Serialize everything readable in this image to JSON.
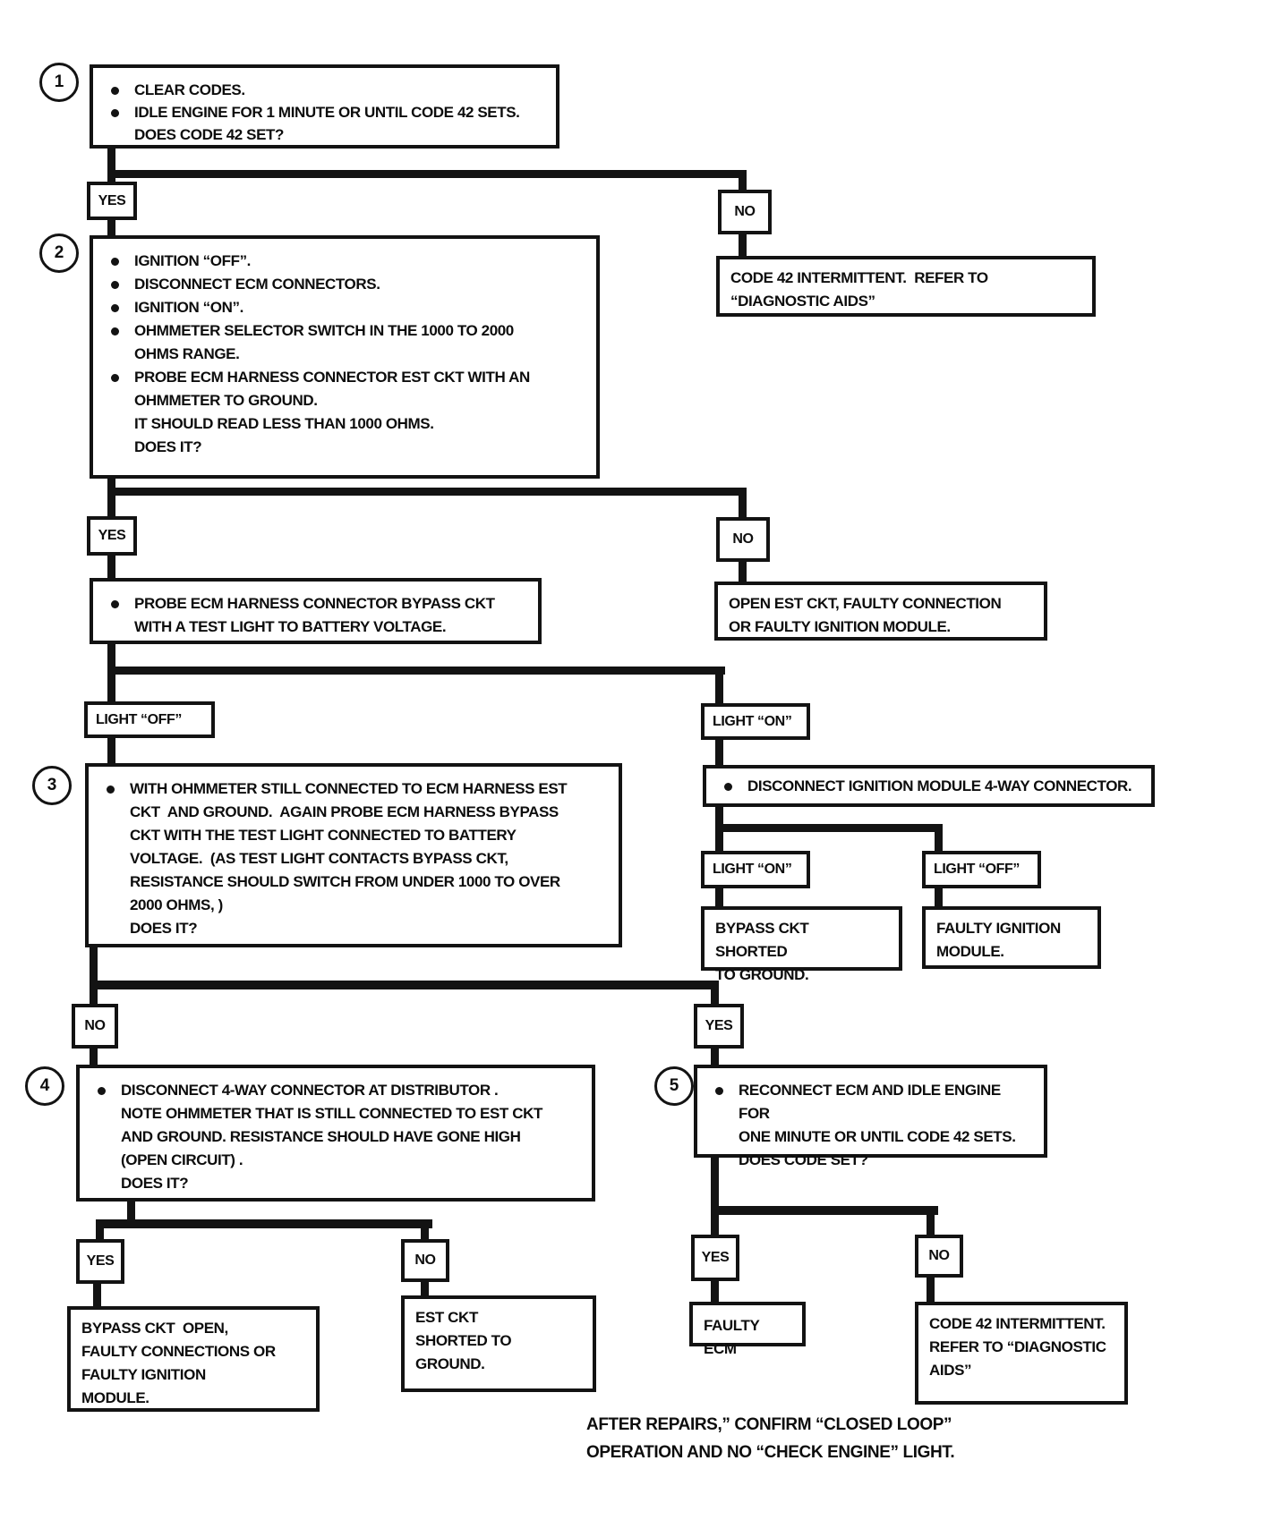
{
  "flowchart": {
    "steps": {
      "s1": {
        "num": "1",
        "items": [
          {
            "text": "CLEAR CODES."
          },
          {
            "text": "IDLE ENGINE FOR 1 MINUTE OR UNTIL CODE 42 SETS.\nDOES CODE 42 SET?"
          }
        ]
      },
      "s2": {
        "num": "2",
        "items": [
          {
            "text": "IGNITION “OFF”."
          },
          {
            "text": "DISCONNECT ECM CONNECTORS."
          },
          {
            "text": "IGNITION “ON”."
          },
          {
            "text": "OHMMETER SELECTOR SWITCH IN THE 1000 TO 2000\nOHMS RANGE."
          },
          {
            "text": "PROBE ECM HARNESS CONNECTOR EST CKT WITH AN\nOHMMETER TO GROUND.\nIT SHOULD READ LESS THAN 1000 OHMS.\nDOES IT?"
          }
        ]
      },
      "probe": {
        "items": [
          {
            "text": "PROBE ECM HARNESS CONNECTOR BYPASS CKT\nWITH A TEST LIGHT TO BATTERY VOLTAGE."
          }
        ]
      },
      "s3": {
        "num": "3",
        "items": [
          {
            "text": "WITH OHMMETER STILL CONNECTED TO ECM HARNESS EST\nCKT  AND GROUND.  AGAIN PROBE ECM HARNESS BYPASS\nCKT WITH THE TEST LIGHT CONNECTED TO BATTERY\nVOLTAGE.  (AS TEST LIGHT CONTACTS BYPASS CKT,\nRESISTANCE SHOULD SWITCH FROM UNDER 1000 TO OVER\n2000 OHMS, )\nDOES IT?"
          }
        ]
      },
      "disconnect_ignition": {
        "items": [
          {
            "text": "DISCONNECT IGNITION MODULE 4-WAY CONNECTOR."
          }
        ]
      },
      "s4": {
        "num": "4",
        "items": [
          {
            "text": "DISCONNECT 4-WAY CONNECTOR AT DISTRIBUTOR .\nNOTE OHMMETER THAT IS STILL CONNECTED TO EST CKT\nAND GROUND. RESISTANCE SHOULD HAVE GONE HIGH\n(OPEN CIRCUIT) .\nDOES IT?"
          }
        ]
      },
      "s5": {
        "num": "5",
        "items": [
          {
            "text": "RECONNECT ECM AND IDLE ENGINE FOR\nONE MINUTE OR UNTIL CODE 42 SETS.\nDOES CODE SET?"
          }
        ]
      }
    },
    "branches": {
      "d1": {
        "yes": "YES",
        "no": "NO"
      },
      "d2": {
        "yes": "YES",
        "no": "NO"
      },
      "d3": {
        "light_off": "LIGHT “OFF”",
        "light_on": "LIGHT “ON”"
      },
      "d4": {
        "light_on": "LIGHT “ON”",
        "light_off": "LIGHT “OFF”"
      },
      "d5": {
        "no": "NO",
        "yes": "YES"
      },
      "d6": {
        "yes": "YES",
        "no": "NO"
      },
      "d7": {
        "yes": "YES",
        "no": "NO"
      }
    },
    "results": {
      "code42_top": "CODE 42 INTERMITTENT.  REFER TO\n“DIAGNOSTIC AIDS”",
      "open_est": "OPEN EST CKT, FAULTY CONNECTION\nOR FAULTY IGNITION MODULE.",
      "bypass_shorted": "BYPASS CKT  SHORTED\nTO GROUND.",
      "faulty_ignition": "FAULTY IGNITION\nMODULE.",
      "bypass_open": "BYPASS CKT  OPEN,\nFAULTY CONNECTIONS OR\nFAULTY IGNITION\nMODULE.",
      "est_shorted": "EST CKT\nSHORTED TO\nGROUND.",
      "faulty_ecm": "FAULTY ECM",
      "code42_bottom": "CODE 42 INTERMITTENT.\nREFER TO “DIAGNOSTIC\nAIDS”"
    },
    "footer": {
      "note": "AFTER REPAIRS,” CONFIRM “CLOSED LOOP”\nOPERATION AND NO “CHECK ENGINE” LIGHT."
    },
    "colors": {
      "ink": "#131313",
      "paper": "#ffffff"
    }
  }
}
